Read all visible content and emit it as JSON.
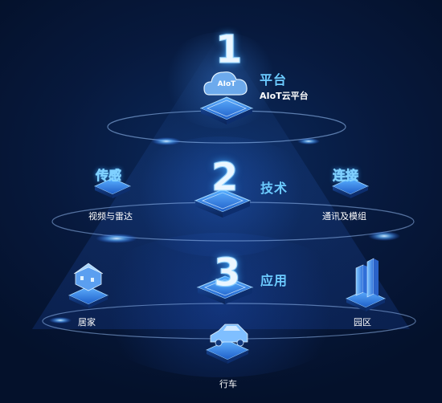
{
  "tiers": {
    "platform": {
      "number": "1",
      "title": "平台",
      "subtitle": "AIoT云平台",
      "icon_text": "AIoT"
    },
    "tech": {
      "number": "2",
      "title": "技术",
      "left_tag": "传感",
      "left_label": "视频与雷达",
      "right_tag": "连接",
      "right_label": "通讯及模组"
    },
    "app": {
      "number": "3",
      "title": "应用",
      "left_label": "居家",
      "right_label": "园区",
      "bottom_label": "行车"
    }
  },
  "colors": {
    "accent": "#6ccbff",
    "ring": "#9fc8ff",
    "background": "#07193d"
  },
  "icons": [
    "cloud-icon",
    "house-icon",
    "buildings-icon",
    "car-icon"
  ]
}
